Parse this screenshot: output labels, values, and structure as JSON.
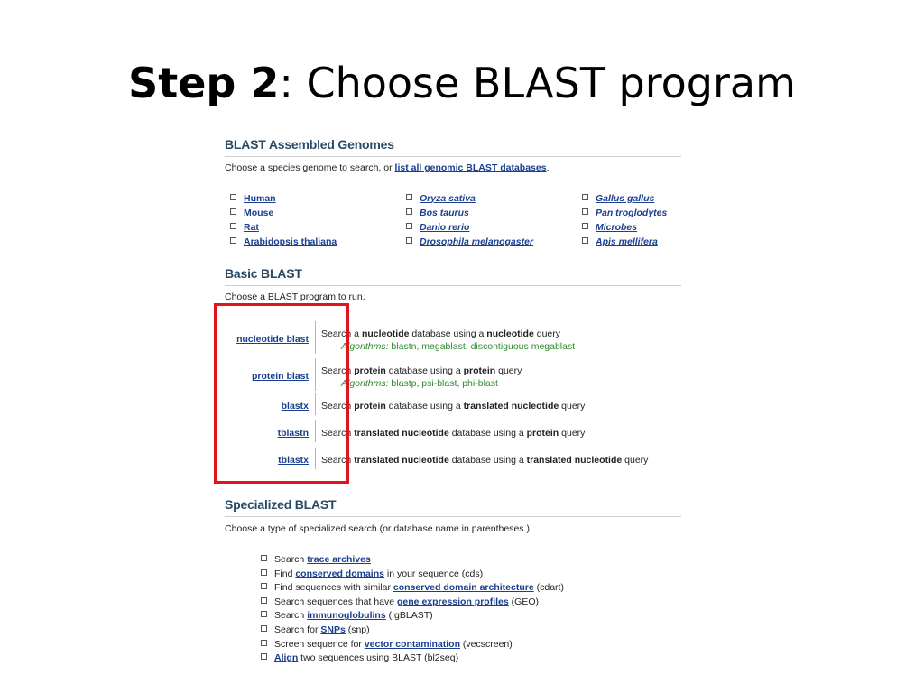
{
  "slide": {
    "title_bold": "Step 2",
    "title_rest": ": Choose BLAST program"
  },
  "assembled": {
    "heading": "BLAST Assembled Genomes",
    "intro_prefix": "Choose a species genome to search, or ",
    "intro_link": "list all genomic BLAST databases",
    "intro_suffix": ".",
    "columns": [
      [
        {
          "label": "Human",
          "italic": false
        },
        {
          "label": "Mouse",
          "italic": false
        },
        {
          "label": "Rat",
          "italic": false
        },
        {
          "label": "Arabidopsis thaliana",
          "italic": false
        }
      ],
      [
        {
          "label": "Oryza sativa",
          "italic": true
        },
        {
          "label": "Bos taurus",
          "italic": true
        },
        {
          "label": "Danio rerio",
          "italic": true
        },
        {
          "label": "Drosophila melanogaster",
          "italic": true
        }
      ],
      [
        {
          "label": "Gallus gallus",
          "italic": true
        },
        {
          "label": "Pan troglodytes",
          "italic": true
        },
        {
          "label": "Microbes",
          "italic": true
        },
        {
          "label": "Apis mellifera",
          "italic": true
        }
      ]
    ]
  },
  "basic": {
    "heading": "Basic BLAST",
    "intro": "Choose a BLAST program to run.",
    "programs": [
      {
        "name": "nucleotide blast",
        "desc": [
          [
            "Search a ",
            false
          ],
          [
            "nucleotide",
            true
          ],
          [
            " database using a ",
            false
          ],
          [
            "nucleotide",
            true
          ],
          [
            " query",
            false
          ]
        ],
        "algo_label": "Algorithms:",
        "algo_text": " blastn, megablast, discontiguous megablast"
      },
      {
        "name": "protein blast",
        "desc": [
          [
            "Search ",
            false
          ],
          [
            "protein",
            true
          ],
          [
            " database using a ",
            false
          ],
          [
            "protein",
            true
          ],
          [
            " query",
            false
          ]
        ],
        "algo_label": "Algorithms:",
        "algo_text": " blastp, psi-blast, phi-blast"
      },
      {
        "name": "blastx",
        "desc": [
          [
            "Search ",
            false
          ],
          [
            "protein",
            true
          ],
          [
            " database using a ",
            false
          ],
          [
            "translated nucleotide",
            true
          ],
          [
            " query",
            false
          ]
        ]
      },
      {
        "name": "tblastn",
        "desc": [
          [
            "Search ",
            false
          ],
          [
            "translated nucleotide",
            true
          ],
          [
            " database using a ",
            false
          ],
          [
            "protein",
            true
          ],
          [
            " query",
            false
          ]
        ]
      },
      {
        "name": "tblastx",
        "desc": [
          [
            "Search ",
            false
          ],
          [
            "translated nucleotide",
            true
          ],
          [
            " database using a ",
            false
          ],
          [
            "translated nucleotide",
            true
          ],
          [
            " query",
            false
          ]
        ]
      }
    ]
  },
  "specialized": {
    "heading": "Specialized BLAST",
    "intro": "Choose a type of specialized search (or database name in parentheses.)",
    "items": [
      {
        "pre": "Search ",
        "link": "trace archives",
        "post": ""
      },
      {
        "pre": "Find ",
        "link": "conserved domains",
        "post": " in your sequence (cds)"
      },
      {
        "pre": "Find sequences with similar ",
        "link": "conserved domain architecture",
        "post": " (cdart)"
      },
      {
        "pre": "Search sequences that have ",
        "link": "gene expression profiles",
        "post": " (GEO)"
      },
      {
        "pre": "Search ",
        "link": "immunoglobulins",
        "post": " (IgBLAST)"
      },
      {
        "pre": "Search for ",
        "link": "SNPs",
        "post": " (snp)"
      },
      {
        "pre": "Screen sequence for ",
        "link": "vector contamination",
        "post": " (vecscreen)"
      },
      {
        "pre": "",
        "link": "Align",
        "post": " two sequences using BLAST (bl2seq)"
      }
    ]
  },
  "colors": {
    "heading": "#2a4a66",
    "link": "#1a3f8f",
    "algorithm": "#2e8b2e",
    "highlight_box": "#e0141e"
  }
}
